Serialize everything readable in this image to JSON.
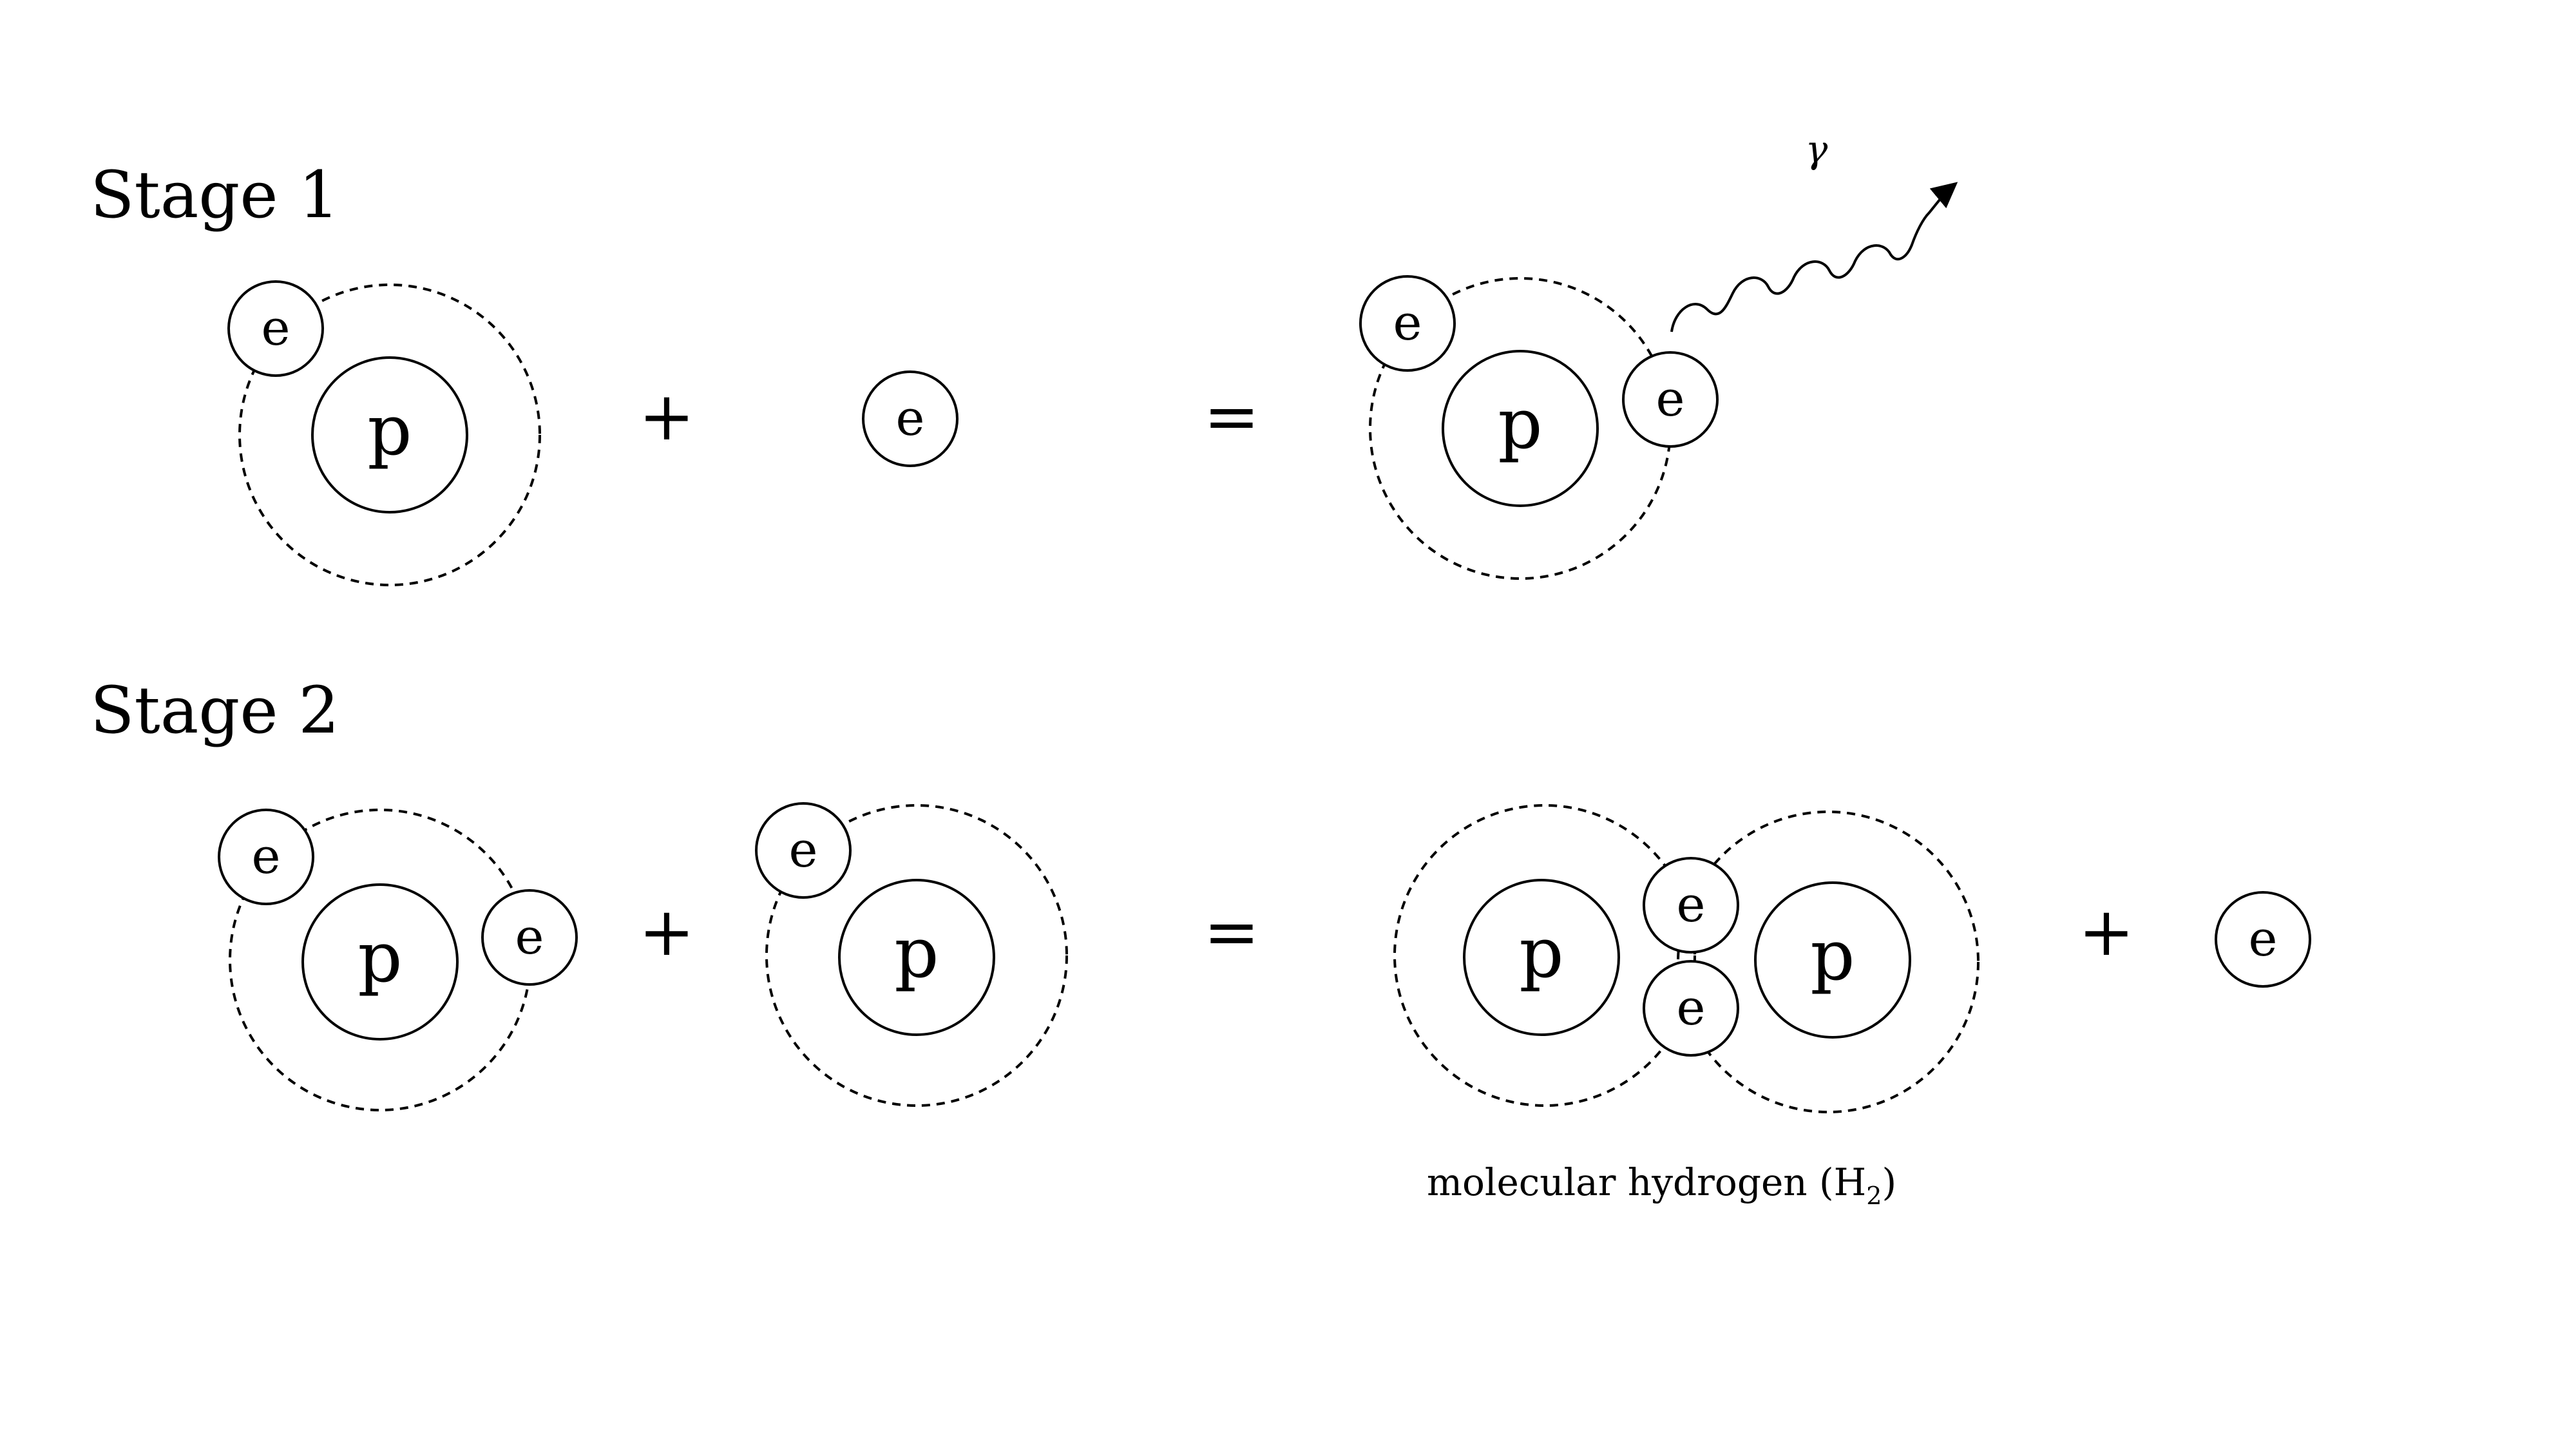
{
  "stage1": {
    "title": "Stage 1",
    "plus": "+",
    "equals": "=",
    "photon_symbol": "γ"
  },
  "stage2": {
    "title": "Stage 2",
    "plus": "+",
    "equals": "=",
    "plus_right": "+",
    "caption_main": "molecular hydrogen (H",
    "caption_sub": "2",
    "caption_end": ")"
  },
  "labels": {
    "proton": "p",
    "electron": "e"
  }
}
